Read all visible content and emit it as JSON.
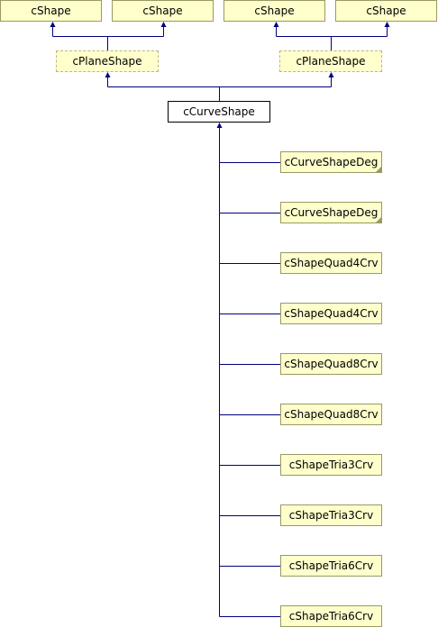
{
  "diagram": {
    "line_color": "#000080",
    "node_fill": "#ffffcc",
    "node_border": "#999966",
    "current_fill": "#ffffff",
    "current_border": "#000000",
    "top_bases": [
      {
        "label": "cShape"
      },
      {
        "label": "cShape"
      },
      {
        "label": "cShape"
      },
      {
        "label": "cShape"
      }
    ],
    "middle_bases": [
      {
        "label": "cPlaneShape",
        "style": "dashed"
      },
      {
        "label": "cPlaneShape",
        "style": "dashed"
      }
    ],
    "current_class": {
      "label": "cCurveShape"
    },
    "derived_classes": [
      {
        "label": "cCurveShapeDeg",
        "folded": true
      },
      {
        "label": "cCurveShapeDeg",
        "folded": true
      },
      {
        "label": "cShapeQuad4Crv",
        "folded": false
      },
      {
        "label": "cShapeQuad4Crv",
        "folded": false
      },
      {
        "label": "cShapeQuad8Crv",
        "folded": false
      },
      {
        "label": "cShapeQuad8Crv",
        "folded": false
      },
      {
        "label": "cShapeTria3Crv",
        "folded": false
      },
      {
        "label": "cShapeTria3Crv",
        "folded": false
      },
      {
        "label": "cShapeTria6Crv",
        "folded": false
      },
      {
        "label": "cShapeTria6Crv",
        "folded": false
      }
    ]
  }
}
